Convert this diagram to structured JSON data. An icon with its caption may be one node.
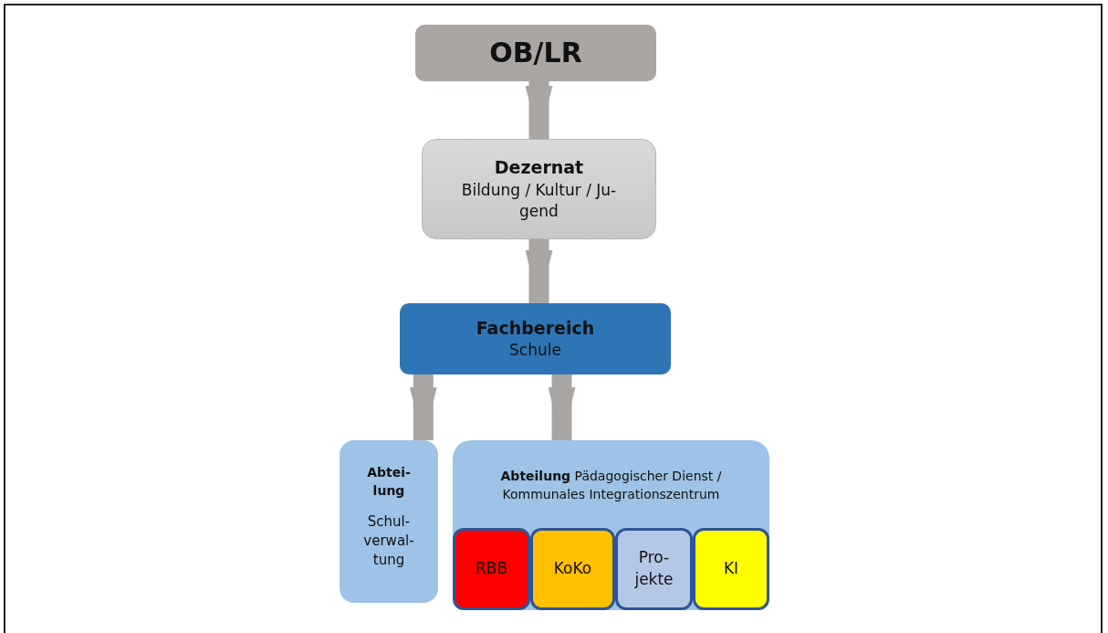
{
  "diagram": {
    "nodes": [
      {
        "text": [
          "OB/LR"
        ]
      },
      {
        "text": [
          "Dezernat",
          "Bildung / Kultur / Ju-gend"
        ]
      },
      {
        "text": [
          "Fachbereich",
          "Schule"
        ]
      },
      {
        "text": [
          "Abtei-lung",
          "Schul-verwal-tung"
        ]
      },
      {
        "text": [
          "**Abteilung** Pädagogischer Dienst / Kommunales Integrationszentrum"
        ]
      },
      {
        "text": [
          "RBB"
        ],
        "in": 4
      },
      {
        "text": [
          "KoKo"
        ],
        "in": 4
      },
      {
        "text": [
          "Pro-jekte"
        ],
        "in": 4
      },
      {
        "text": [
          "KI"
        ],
        "in": 4
      }
    ],
    "edges": [
      {
        "from": 0,
        "to": 1,
        "arrow": "to"
      },
      {
        "from": 1,
        "to": 2,
        "arrow": "to"
      },
      {
        "from": 2,
        "to": 3,
        "arrow": "to"
      },
      {
        "from": 2,
        "to": 4,
        "arrow": "to"
      }
    ]
  }
}
